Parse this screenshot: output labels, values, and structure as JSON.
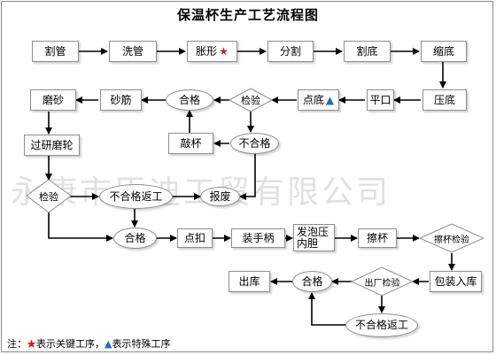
{
  "title": "保温杯生产工艺流程图",
  "watermark": "永康市臣迪工贸有限公司",
  "colors": {
    "key_marker": "#d21a1a",
    "special_marker": "#1d6fc2",
    "line": "#000000",
    "box_border": "#8e8e8e"
  },
  "nodes": {
    "cut_tube": "割管",
    "wash_tube": "洗管",
    "bulge": "胀形",
    "bulge_marker": "★",
    "split": "分割",
    "cut_bottom": "割底",
    "shrink_bottom": "缩底",
    "press_bottom": "压底",
    "flat_mouth": "平口",
    "spot_weld": "点底",
    "spot_weld_marker": "▲",
    "inspect_1": "检验",
    "pass_1": "合格",
    "sand_rib": "砂筋",
    "grind_sand": "磨砂",
    "fail_1": "不合格",
    "knock_cup": "敲杯",
    "grind_wheel": "过研磨轮",
    "inspect_2": "检验",
    "fail_rework_1": "不合格返工",
    "scrap": "报废",
    "pass_2": "合格",
    "spot_buckle": "点扣",
    "handle": "装手柄",
    "foam_press_line1": "发泡压",
    "foam_press_line2": "内胆",
    "wipe_cup": "擦杯",
    "wipe_inspect": "擦杯检验",
    "pack_store": "包装入库",
    "factory_inspect": "出厂检验",
    "pass_3": "合格",
    "out_store": "出库",
    "fail_rework_2": "不合格返工"
  },
  "legend": {
    "prefix": "注：",
    "key_marker": "★",
    "key_text": "表示关键工序，",
    "special_marker": "▲",
    "special_text": "表示特殊工序"
  }
}
